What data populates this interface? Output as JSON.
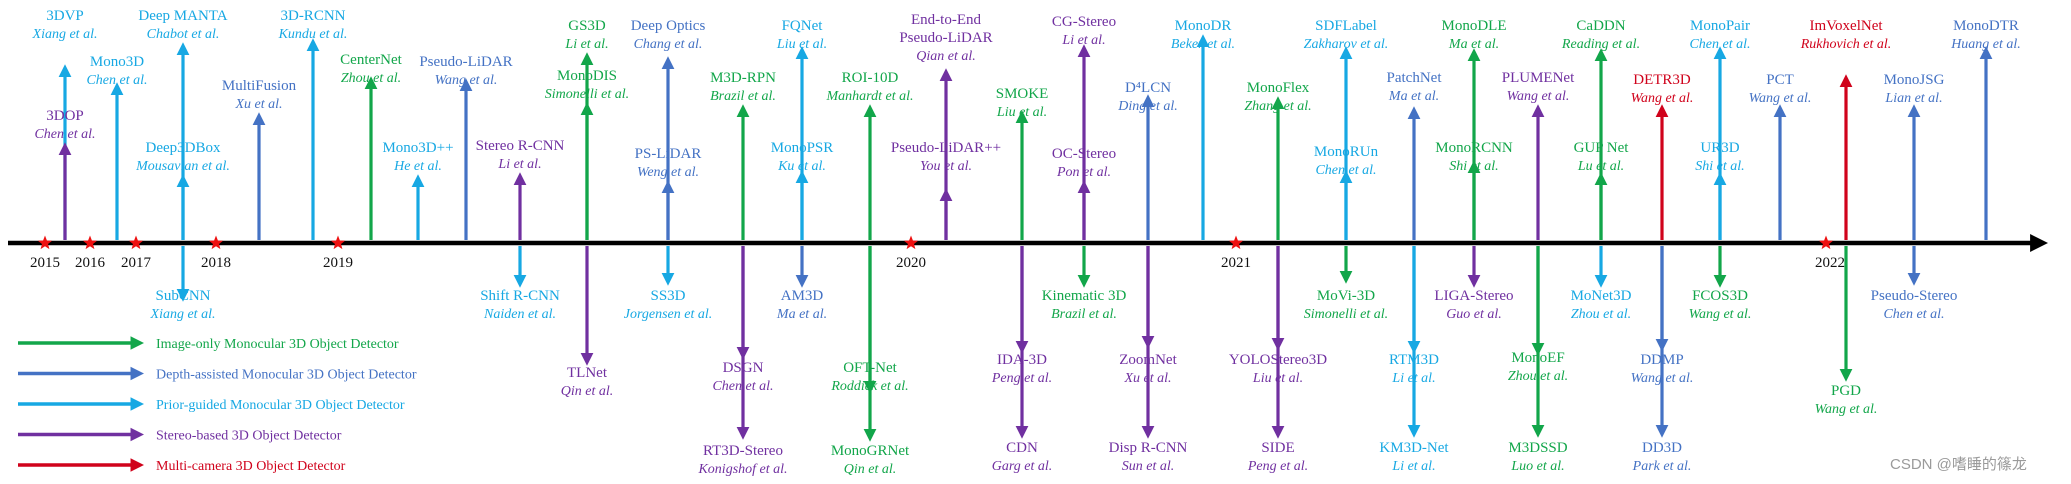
{
  "colors": {
    "image": "#12a64a",
    "depth": "#4472c4",
    "prior": "#17a8e3",
    "stereo": "#7030a0",
    "multi": "#d0021b",
    "axis": "#000000",
    "star": "#ee1111"
  },
  "legend": [
    {
      "label": "Image-only Monocular 3D Object Detector",
      "cat": "image"
    },
    {
      "label": "Depth-assisted Monocular 3D Object Detector",
      "cat": "depth"
    },
    {
      "label": "Prior-guided Monocular 3D Object Detector",
      "cat": "prior"
    },
    {
      "label": "Stereo-based 3D Object Detector",
      "cat": "stereo"
    },
    {
      "label": "Multi-camera 3D Object Detector",
      "cat": "multi"
    }
  ],
  "years": [
    "2015",
    "2016",
    "2017",
    "2018",
    "2019",
    "2020",
    "2021",
    "2022"
  ],
  "watermark": "CSDN @嗜睡的篠龙",
  "methods": [
    {
      "name": "3DVP",
      "author": "Xiang et al.",
      "cat": "prior"
    },
    {
      "name": "3DOP",
      "author": "Chen et al.",
      "cat": "stereo"
    },
    {
      "name": "Mono3D",
      "author": "Chen et al.",
      "cat": "prior"
    },
    {
      "name": "Deep MANTA",
      "author": "Chabot et al.",
      "cat": "prior"
    },
    {
      "name": "Deep3DBox",
      "author": "Mousavian et al.",
      "cat": "prior"
    },
    {
      "name": "SubCNN",
      "author": "Xiang et al.",
      "cat": "prior"
    },
    {
      "name": "MultiFusion",
      "author": "Xu et al.",
      "cat": "depth"
    },
    {
      "name": "3D-RCNN",
      "author": "Kundu et al.",
      "cat": "prior"
    },
    {
      "name": "CenterNet",
      "author": "Zhou et al.",
      "cat": "image"
    },
    {
      "name": "Mono3D++",
      "author": "He et al.",
      "cat": "prior"
    },
    {
      "name": "Pseudo-LiDAR",
      "author": "Wang et al.",
      "cat": "depth"
    },
    {
      "name": "Stereo R-CNN",
      "author": "Li et al.",
      "cat": "stereo"
    },
    {
      "name": "Shift R-CNN",
      "author": "Naiden et al.",
      "cat": "prior"
    },
    {
      "name": "GS3D",
      "author": "Li et al.",
      "cat": "image"
    },
    {
      "name": "MonoDIS",
      "author": "Simonelli et al.",
      "cat": "image"
    },
    {
      "name": "TLNet",
      "author": "Qin et al.",
      "cat": "stereo"
    },
    {
      "name": "Deep Optics",
      "author": "Chang et al.",
      "cat": "depth"
    },
    {
      "name": "PS-LiDAR",
      "author": "Weng et al.",
      "cat": "depth"
    },
    {
      "name": "SS3D",
      "author": "Jorgensen et al.",
      "cat": "prior"
    },
    {
      "name": "M3D-RPN",
      "author": "Brazil et al.",
      "cat": "image"
    },
    {
      "name": "DSGN",
      "author": "Chen et al.",
      "cat": "stereo"
    },
    {
      "name": "RT3D-Stereo",
      "author": "Konigshof et al.",
      "cat": "stereo"
    },
    {
      "name": "FQNet",
      "author": "Liu et al.",
      "cat": "prior"
    },
    {
      "name": "MonoPSR",
      "author": "Ku et al.",
      "cat": "prior"
    },
    {
      "name": "AM3D",
      "author": "Ma et al.",
      "cat": "depth"
    },
    {
      "name": "ROI-10D",
      "author": "Manhardt et al.",
      "cat": "image"
    },
    {
      "name": "OFT-Net",
      "author": "Roddick et al.",
      "cat": "image"
    },
    {
      "name": "MonoGRNet",
      "author": "Qin et al.",
      "cat": "image"
    },
    {
      "name": "End-to-End Pseudo-LiDAR",
      "author": "Qian et al.",
      "cat": "stereo"
    },
    {
      "name": "Pseudo-LiDAR++",
      "author": "You et al.",
      "cat": "stereo"
    },
    {
      "name": "SMOKE",
      "author": "Liu et al.",
      "cat": "image"
    },
    {
      "name": "IDA-3D",
      "author": "Peng et al.",
      "cat": "stereo"
    },
    {
      "name": "CDN",
      "author": "Garg et al.",
      "cat": "stereo"
    },
    {
      "name": "CG-Stereo",
      "author": "Li et al.",
      "cat": "stereo"
    },
    {
      "name": "OC-Stereo",
      "author": "Pon et al.",
      "cat": "stereo"
    },
    {
      "name": "Kinematic 3D",
      "author": "Brazil et al.",
      "cat": "image"
    },
    {
      "name": "D⁴LCN",
      "author": "Ding et al.",
      "cat": "depth"
    },
    {
      "name": "ZoomNet",
      "author": "Xu et al.",
      "cat": "stereo"
    },
    {
      "name": "Disp R-CNN",
      "author": "Sun et al.",
      "cat": "stereo"
    },
    {
      "name": "MonoDR",
      "author": "Beker et al.",
      "cat": "prior"
    },
    {
      "name": "MonoFlex",
      "author": "Zhang et al.",
      "cat": "image"
    },
    {
      "name": "YOLOStereo3D",
      "author": "Liu et al.",
      "cat": "stereo"
    },
    {
      "name": "SIDE",
      "author": "Peng et al.",
      "cat": "stereo"
    },
    {
      "name": "SDFLabel",
      "author": "Zakharov et al.",
      "cat": "prior"
    },
    {
      "name": "MonoRUn",
      "author": "Chen et al.",
      "cat": "prior"
    },
    {
      "name": "MoVi-3D",
      "author": "Simonelli et al.",
      "cat": "image"
    },
    {
      "name": "PatchNet",
      "author": "Ma et al.",
      "cat": "depth"
    },
    {
      "name": "RTM3D",
      "author": "Li et al.",
      "cat": "prior"
    },
    {
      "name": "KM3D-Net",
      "author": "Li et al.",
      "cat": "prior"
    },
    {
      "name": "MonoDLE",
      "author": "Ma et al.",
      "cat": "image"
    },
    {
      "name": "MonoRCNN",
      "author": "Shi et al.",
      "cat": "image"
    },
    {
      "name": "LIGA-Stereo",
      "author": "Guo et al.",
      "cat": "stereo"
    },
    {
      "name": "PLUMENet",
      "author": "Wang et al.",
      "cat": "stereo"
    },
    {
      "name": "MonoEF",
      "author": "Zhou et al.",
      "cat": "image"
    },
    {
      "name": "M3DSSD",
      "author": "Luo et al.",
      "cat": "image"
    },
    {
      "name": "CaDDN",
      "author": "Reading et al.",
      "cat": "image"
    },
    {
      "name": "GUP Net",
      "author": "Lu et al.",
      "cat": "image"
    },
    {
      "name": "MoNet3D",
      "author": "Zhou et al.",
      "cat": "prior"
    },
    {
      "name": "DETR3D",
      "author": "Wang et al.",
      "cat": "multi"
    },
    {
      "name": "DDMP",
      "author": "Wang et al.",
      "cat": "depth"
    },
    {
      "name": "DD3D",
      "author": "Park et al.",
      "cat": "depth"
    },
    {
      "name": "MonoPair",
      "author": "Chen et al.",
      "cat": "prior"
    },
    {
      "name": "UR3D",
      "author": "Shi et al.",
      "cat": "prior"
    },
    {
      "name": "FCOS3D",
      "author": "Wang et al.",
      "cat": "image"
    },
    {
      "name": "PCT",
      "author": "Wang et al.",
      "cat": "depth"
    },
    {
      "name": "ImVoxelNet",
      "author": "Rukhovich et al.",
      "cat": "multi"
    },
    {
      "name": "PGD",
      "author": "Wang et al.",
      "cat": "image"
    },
    {
      "name": "MonoJSG",
      "author": "Lian et al.",
      "cat": "depth"
    },
    {
      "name": "Pseudo-Stereo",
      "author": "Chen et al.",
      "cat": "depth"
    },
    {
      "name": "MonoDTR",
      "author": "Huang et al.",
      "cat": "depth"
    }
  ]
}
